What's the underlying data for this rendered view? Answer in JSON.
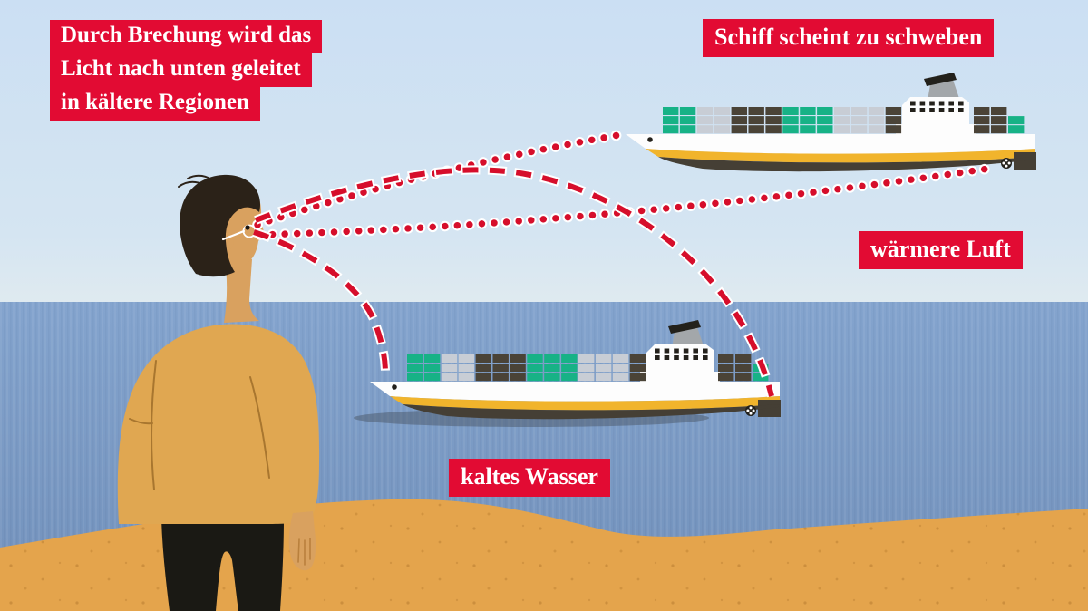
{
  "labels": {
    "refraction_note_lines": [
      "Durch Brechung wird das",
      "Licht nach unten geleitet",
      "in kältere Regionen"
    ],
    "ship_hover": "Schiff scheint zu schweben",
    "warm_air": "wärmere Luft",
    "cold_water": "kaltes Wasser"
  },
  "colors": {
    "label_bg": "#e20b33",
    "label_text": "#ffffff",
    "sky_top": "#cbdff3",
    "sky_mid": "#d5e5f2",
    "sky_horizon": "#dfeaf0",
    "sea_top": "#84a4ce",
    "sea_bottom": "#7190ba",
    "sand": "#e4a44c",
    "sand_speck": "#b97f2e",
    "skin": "#d9a15f",
    "skin_shade": "#b9803d",
    "hair": "#2b2218",
    "jacket": "#e0a751",
    "jacket_seam": "#a8762f",
    "pants": "#1a1914",
    "ship_white": "#fdfdfd",
    "ship_yellow": "#f1b42c",
    "ship_dark": "#453f35",
    "container_green": "#17b286",
    "container_gray": "#c8cdd5",
    "container_dark": "#4a4337",
    "funnel_gray": "#a3a7aa",
    "detail_dark": "#23211b",
    "line_red": "#d60e2b",
    "line_casing": "#ffffff",
    "shadow": "#44505e"
  },
  "ships": {
    "container_columns": [
      "green",
      "green",
      "gray",
      "gray",
      "dark",
      "dark",
      "dark",
      "green",
      "green",
      "green",
      "gray",
      "gray",
      "gray",
      "dark"
    ],
    "aft_columns": [
      "dark",
      "dark",
      "green_short"
    ],
    "bridge_window_rows": 2,
    "bridge_window_cols": 6
  }
}
